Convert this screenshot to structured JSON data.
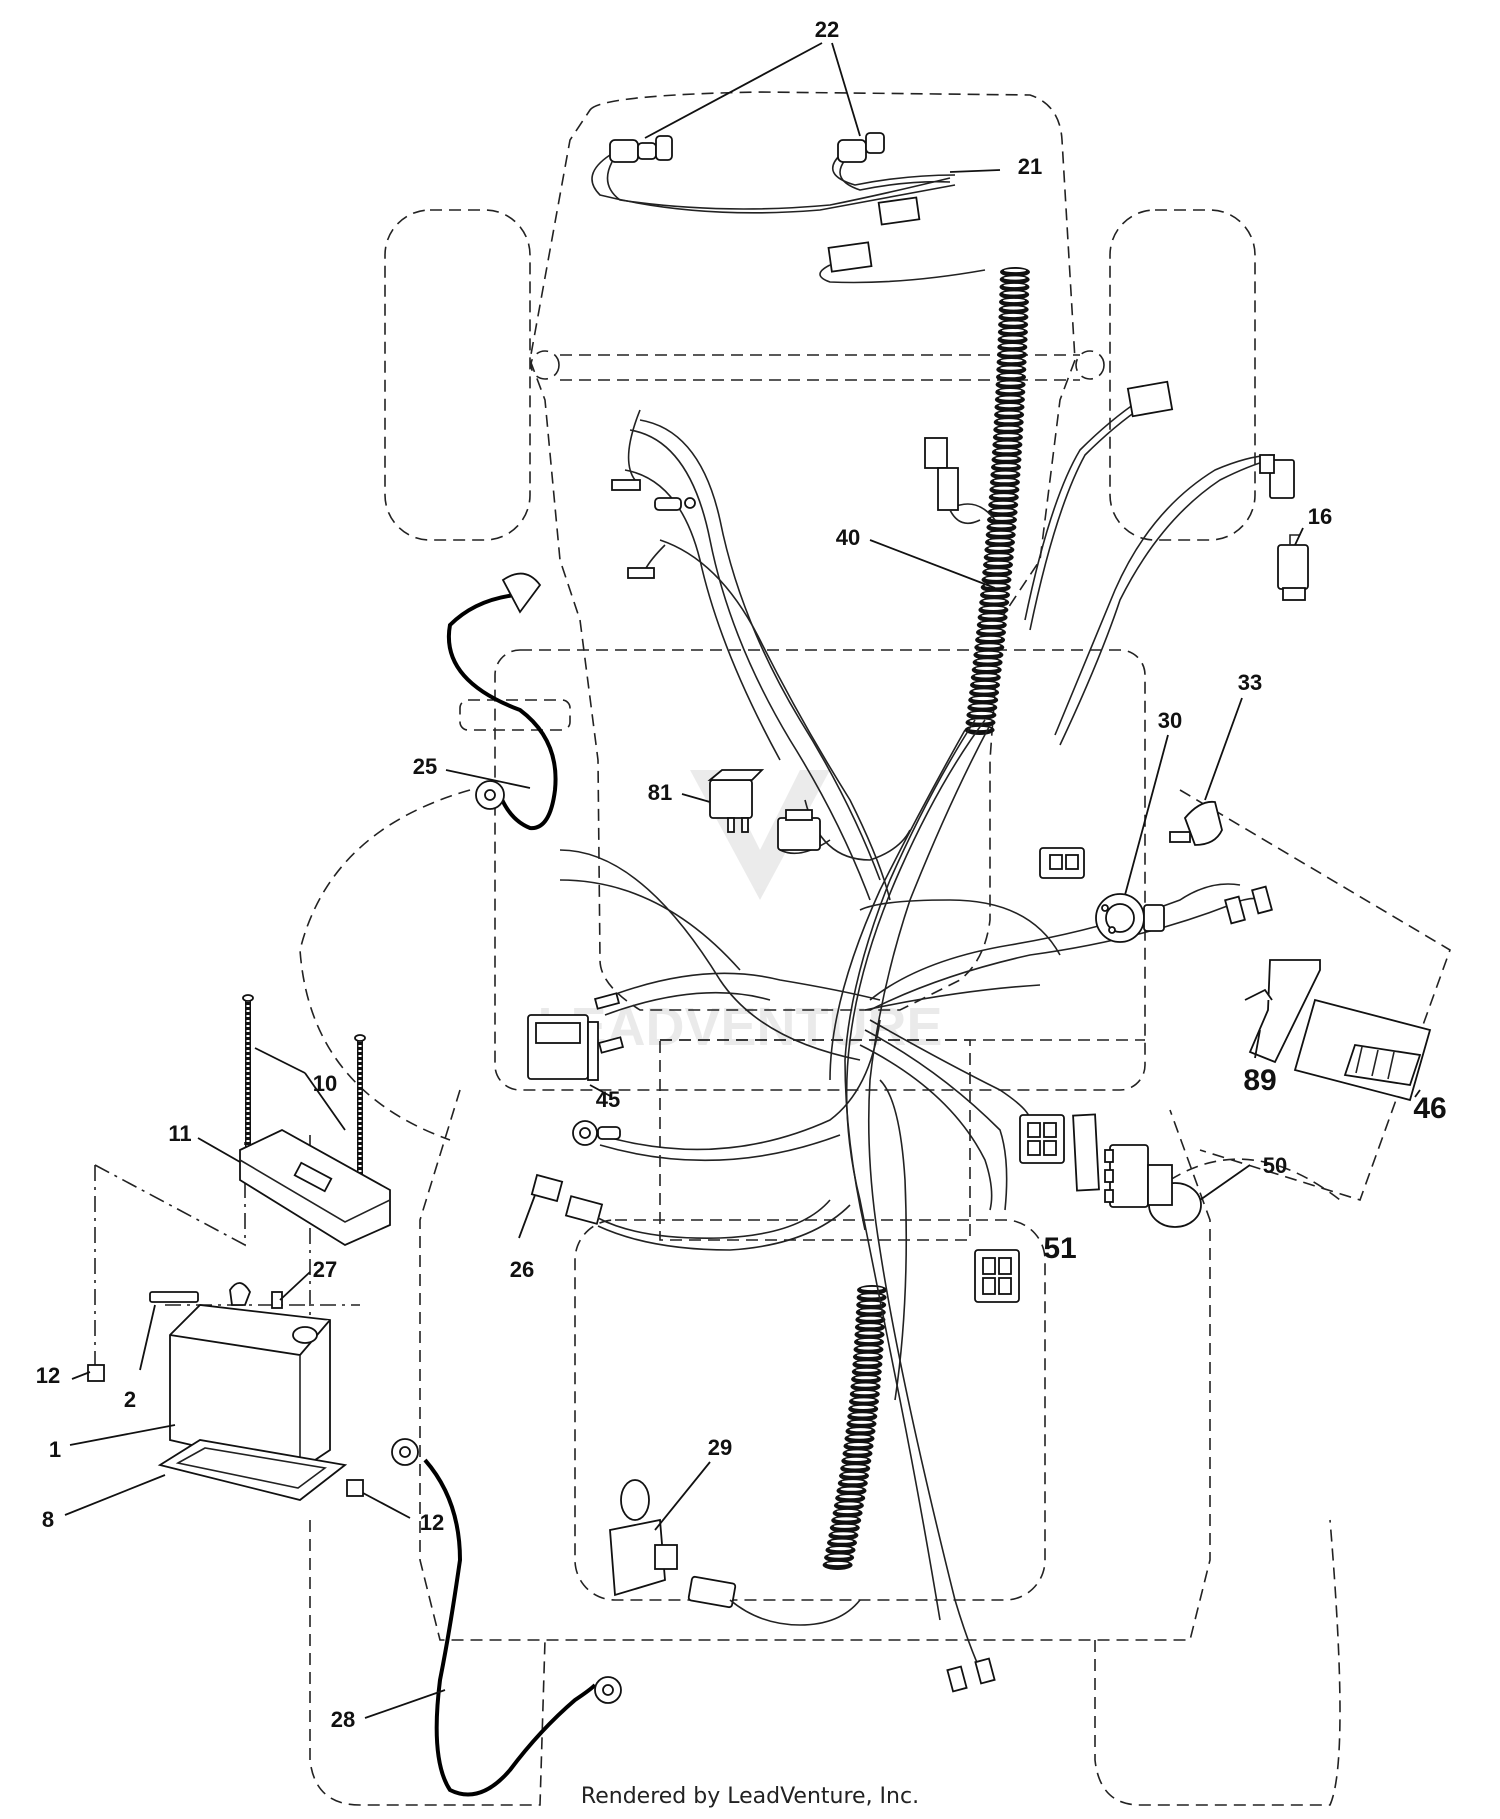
{
  "diagram": {
    "callouts": [
      {
        "id": "22",
        "size": "sm"
      },
      {
        "id": "21",
        "size": "sm"
      },
      {
        "id": "16",
        "size": "sm"
      },
      {
        "id": "40",
        "size": "sm"
      },
      {
        "id": "33",
        "size": "sm"
      },
      {
        "id": "30",
        "size": "sm"
      },
      {
        "id": "25",
        "size": "sm"
      },
      {
        "id": "81",
        "size": "sm"
      },
      {
        "id": "10",
        "size": "sm"
      },
      {
        "id": "11",
        "size": "sm"
      },
      {
        "id": "45",
        "size": "sm"
      },
      {
        "id": "89",
        "size": "lg"
      },
      {
        "id": "46",
        "size": "lg"
      },
      {
        "id": "50",
        "size": "sm"
      },
      {
        "id": "51",
        "size": "lg"
      },
      {
        "id": "26",
        "size": "sm"
      },
      {
        "id": "27",
        "size": "sm"
      },
      {
        "id": "2",
        "size": "sm"
      },
      {
        "id": "12",
        "size": "sm"
      },
      {
        "id": "1",
        "size": "sm"
      },
      {
        "id": "8",
        "size": "sm"
      },
      {
        "id": "12b",
        "label": "12",
        "size": "sm"
      },
      {
        "id": "29",
        "size": "sm"
      },
      {
        "id": "28",
        "size": "sm"
      }
    ]
  },
  "labels": {
    "c22": "22",
    "c21": "21",
    "c16": "16",
    "c40": "40",
    "c33": "33",
    "c30": "30",
    "c25": "25",
    "c81": "81",
    "c10": "10",
    "c11": "11",
    "c45": "45",
    "c89": "89",
    "c46": "46",
    "c50": "50",
    "c51": "51",
    "c26": "26",
    "c27": "27",
    "c2": "2",
    "c12": "12",
    "c1": "1",
    "c8": "8",
    "c12b": "12",
    "c29": "29",
    "c28": "28"
  },
  "watermark_text": "LEADVENTURE",
  "footer": "Rendered by LeadVenture, Inc."
}
